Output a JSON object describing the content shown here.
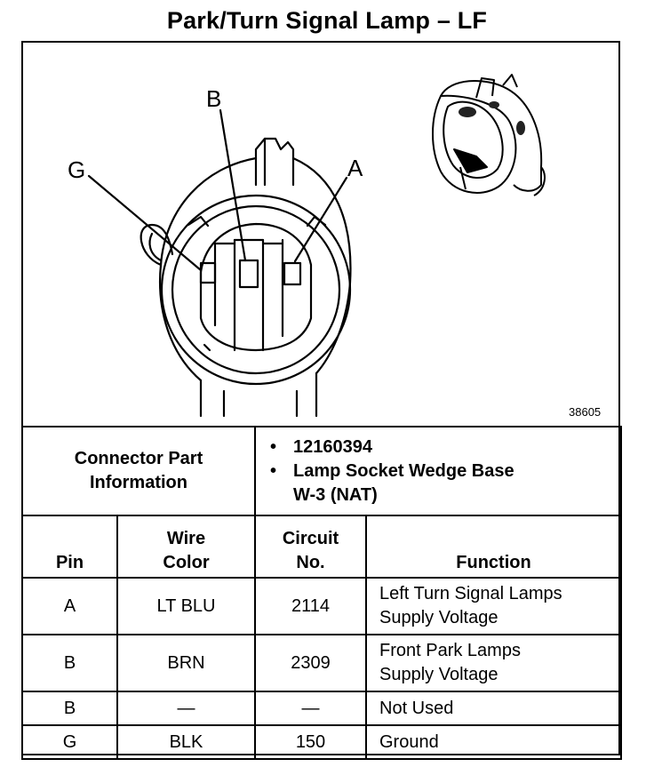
{
  "title": "Park/Turn Signal Lamp – LF",
  "figure_number": "38605",
  "pin_labels": {
    "g": "G",
    "b": "B",
    "a": "A"
  },
  "connector_info": {
    "label_line1": "Connector Part",
    "label_line2": "Information",
    "part_number": "12160394",
    "description_line1": "Lamp Socket Wedge Base",
    "description_line2": "W-3 (NAT)"
  },
  "pin_table": {
    "headers": {
      "pin": "Pin",
      "wire_color_line1": "Wire",
      "wire_color_line2": "Color",
      "circuit_line1": "Circuit",
      "circuit_line2": "No.",
      "function": "Function"
    },
    "rows": [
      {
        "pin": "A",
        "wire_color": "LT BLU",
        "circuit": "2114",
        "function_line1": "Left Turn Signal Lamps",
        "function_line2": "Supply Voltage"
      },
      {
        "pin": "B",
        "wire_color": "BRN",
        "circuit": "2309",
        "function_line1": "Front Park Lamps",
        "function_line2": "Supply Voltage"
      },
      {
        "pin": "B",
        "wire_color": "—",
        "circuit": "—",
        "function_line1": "Not Used",
        "function_line2": ""
      },
      {
        "pin": "G",
        "wire_color": "BLK",
        "circuit": "150",
        "function_line1": "Ground",
        "function_line2": ""
      }
    ]
  }
}
